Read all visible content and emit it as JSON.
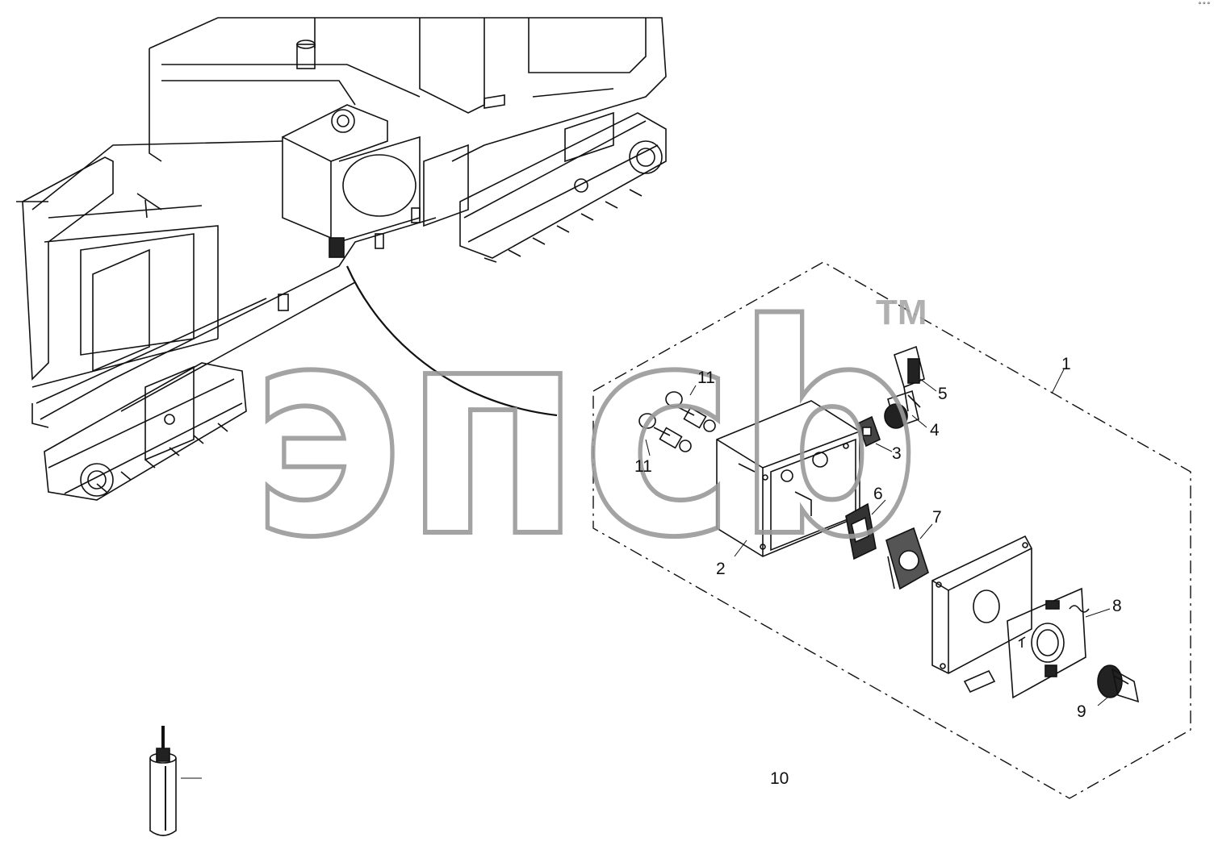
{
  "diagram": {
    "watermark": {
      "word": "эпсb",
      "trademark": "TM"
    },
    "corner_mark": "°°°",
    "callouts": [
      {
        "id": "1",
        "text": "1"
      },
      {
        "id": "2",
        "text": "2"
      },
      {
        "id": "3",
        "text": "3"
      },
      {
        "id": "4",
        "text": "4"
      },
      {
        "id": "5",
        "text": "5"
      },
      {
        "id": "6",
        "text": "6"
      },
      {
        "id": "7",
        "text": "7"
      },
      {
        "id": "8",
        "text": "8"
      },
      {
        "id": "9",
        "text": "9"
      },
      {
        "id": "10",
        "text": "10"
      },
      {
        "id": "11a",
        "text": "11"
      },
      {
        "id": "11b",
        "text": "11"
      }
    ],
    "parts": [
      "machine-assembly",
      "cabinet-box",
      "gasket-plate",
      "contact-block",
      "key-switch",
      "relay-block",
      "contact-element",
      "cover-plate",
      "selector-knob",
      "heating-rod",
      "cable-gland"
    ]
  }
}
